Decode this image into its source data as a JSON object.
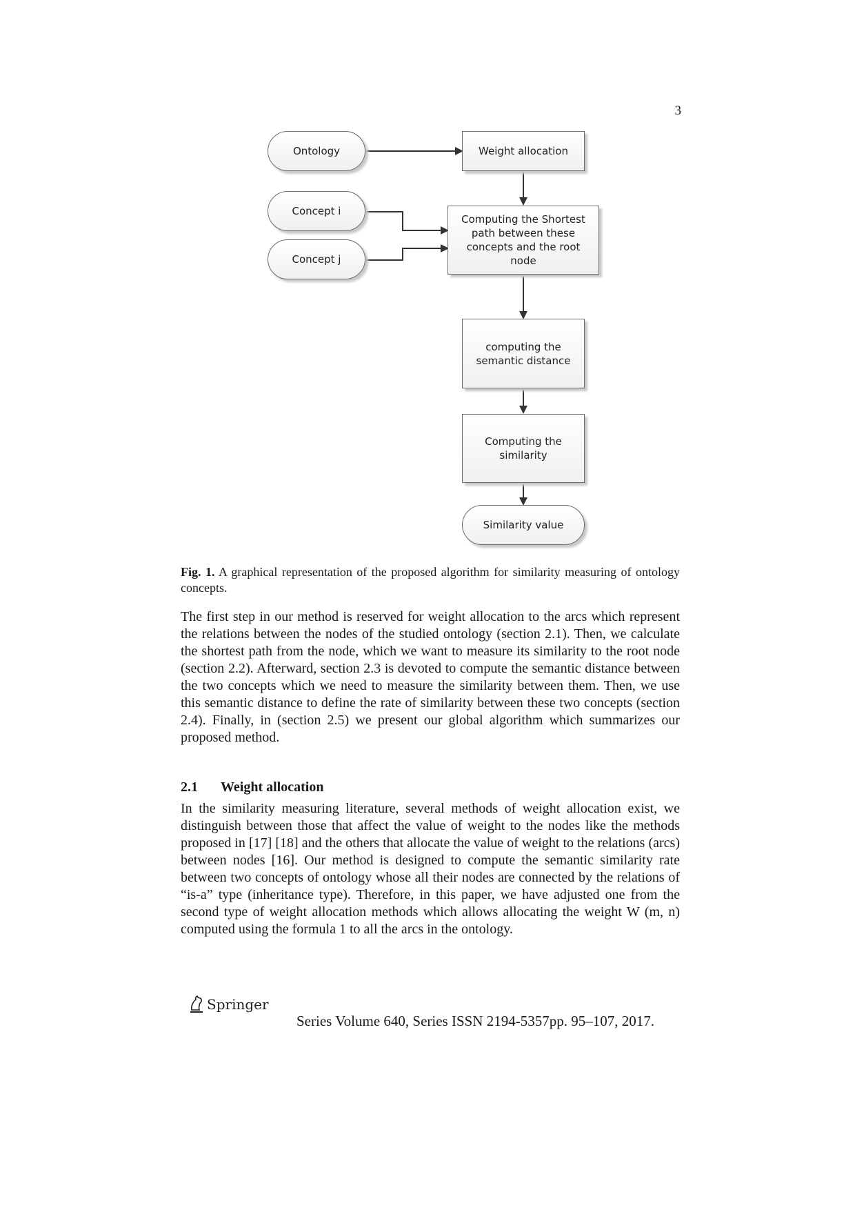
{
  "page_number": "3",
  "flowchart": {
    "nodes": {
      "ontology": "Ontology",
      "concept_i": "Concept i",
      "concept_j": "Concept j",
      "weight_allocation": "Weight allocation",
      "shortest_path": "Computing the Shortest path between these concepts and the root node",
      "semantic_distance": "computing the semantic distance",
      "similarity": "Computing the similarity",
      "similarity_value": "Similarity value"
    }
  },
  "caption": {
    "label": "Fig. 1.",
    "text": "A graphical representation of the proposed algorithm for similarity measuring of ontology concepts."
  },
  "paragraph1": "The first step in our method is reserved for weight allocation to the arcs which represent the relations between the nodes of the studied ontology (section 2.1). Then, we calculate the shortest path from the node, which we want to measure its similarity to the root node (section 2.2). Afterward, section 2.3 is devoted to compute the semantic distance between the two concepts which we need to measure the similarity between them. Then, we use this semantic distance to define the rate of similarity between these two concepts (section 2.4). Finally, in (section 2.5) we present our global algorithm which summarizes our proposed method.",
  "section": {
    "number": "2.1",
    "title": "Weight allocation"
  },
  "paragraph2": "In the similarity measuring literature, several methods of weight allocation exist, we distinguish between those that affect the value of weight to the nodes like the methods proposed in [17] [18] and the others that allocate the value of weight to the relations (arcs) between nodes [16]. Our method is designed to compute the semantic similarity rate between two concepts of ontology whose all their nodes are connected by the relations of “is-a” type (inheritance type). Therefore, in this paper, we have adjusted one from the second type of weight allocation methods which allows allocating the weight W (m, n) computed using the formula 1 to all the arcs in the ontology.",
  "footer": {
    "publisher": "Springer",
    "series": "Series Volume 640, Series ISSN 2194-5357pp. 95–107, 2017."
  }
}
